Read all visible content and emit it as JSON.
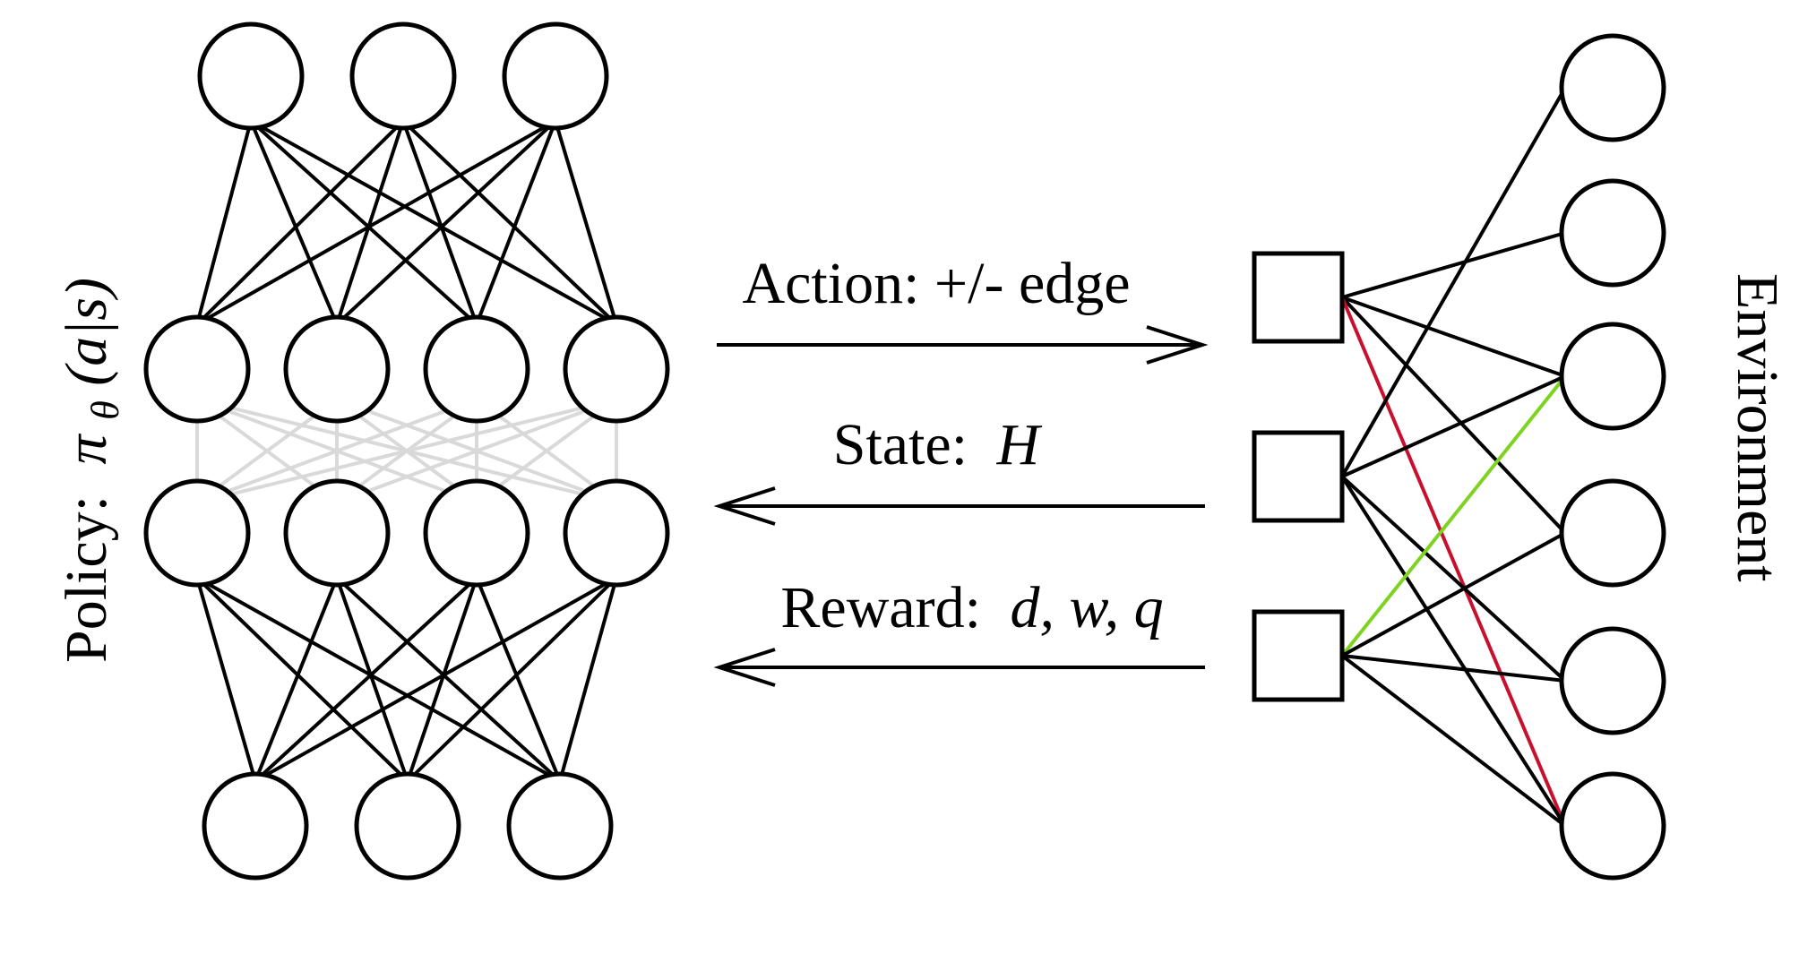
{
  "policy": {
    "label_word": "Policy:",
    "label_symbol": "π",
    "label_subscript": "θ",
    "label_args": "(a|s)"
  },
  "environment": {
    "label": "Environment"
  },
  "arrows": {
    "action_label": "Action: +/- edge",
    "state_prefix": "State:",
    "state_var": "H",
    "reward_prefix": "Reward:",
    "reward_vars": "d, w, q"
  },
  "colors": {
    "line": "#000000",
    "faded_connections": "#d9d9d9",
    "removed_edge": "#c8102e",
    "added_edge": "#7ed321"
  }
}
